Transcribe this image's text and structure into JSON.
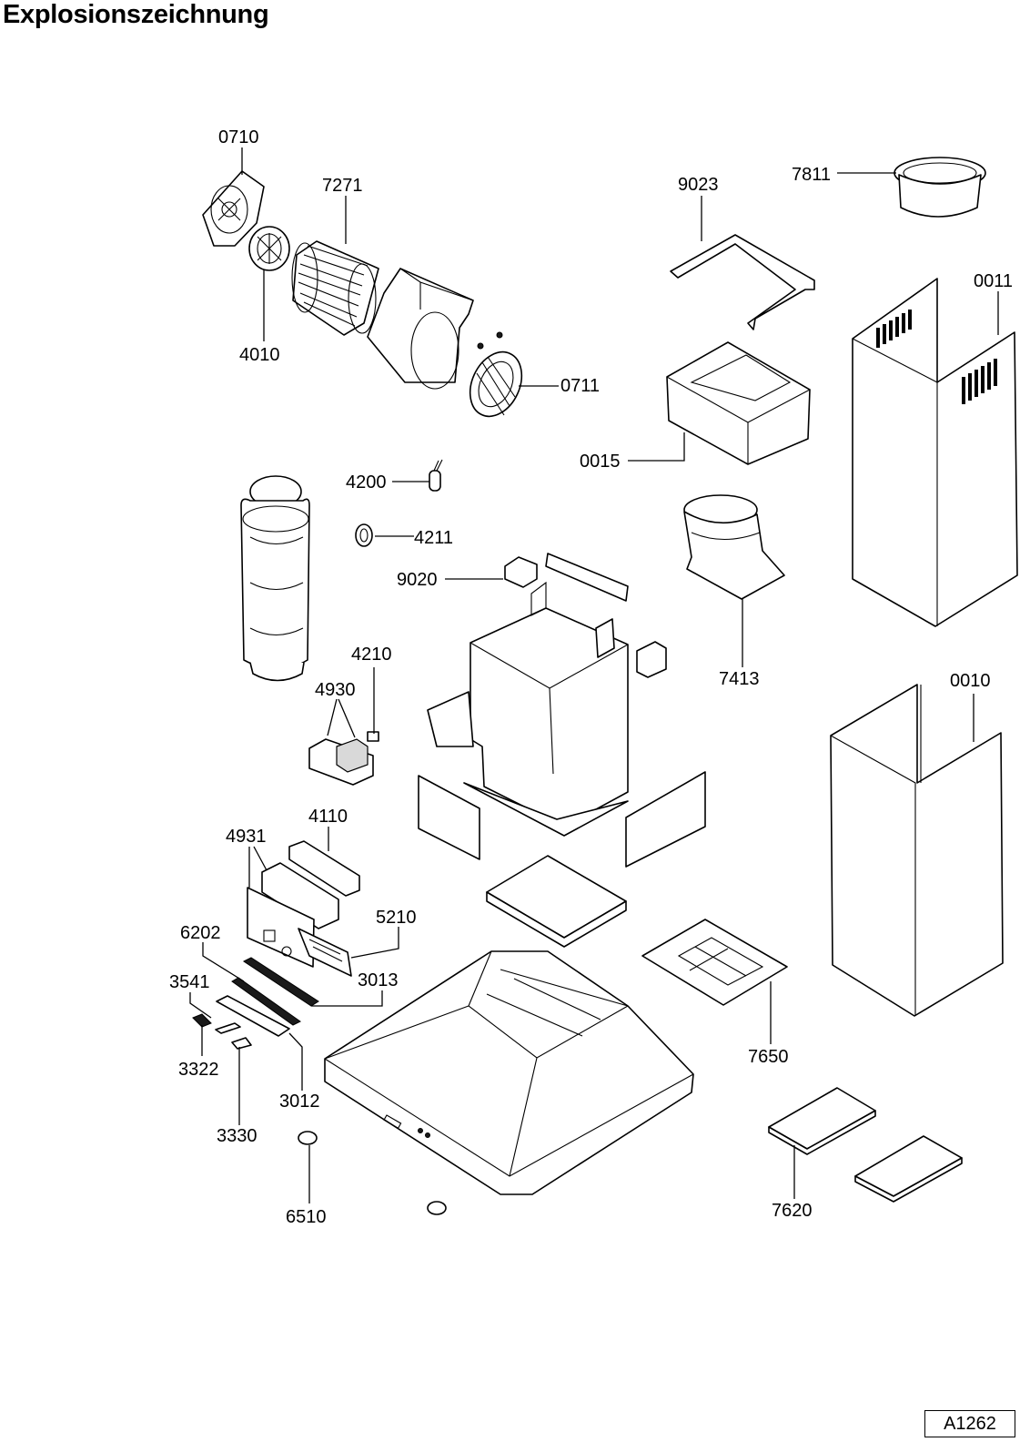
{
  "page": {
    "title": "Explosionszeichnung",
    "reference": "A1262"
  },
  "parts": [
    {
      "id": "0710"
    },
    {
      "id": "7271"
    },
    {
      "id": "4010"
    },
    {
      "id": "0711"
    },
    {
      "id": "9023"
    },
    {
      "id": "7811"
    },
    {
      "id": "0011"
    },
    {
      "id": "0015"
    },
    {
      "id": "4200"
    },
    {
      "id": "4211"
    },
    {
      "id": "9020"
    },
    {
      "id": "7413"
    },
    {
      "id": "4210"
    },
    {
      "id": "4930"
    },
    {
      "id": "0010"
    },
    {
      "id": "4110"
    },
    {
      "id": "4931"
    },
    {
      "id": "5210"
    },
    {
      "id": "6202"
    },
    {
      "id": "3013"
    },
    {
      "id": "3541"
    },
    {
      "id": "7650"
    },
    {
      "id": "3322"
    },
    {
      "id": "3012"
    },
    {
      "id": "3330"
    },
    {
      "id": "6510"
    },
    {
      "id": "7620"
    }
  ]
}
